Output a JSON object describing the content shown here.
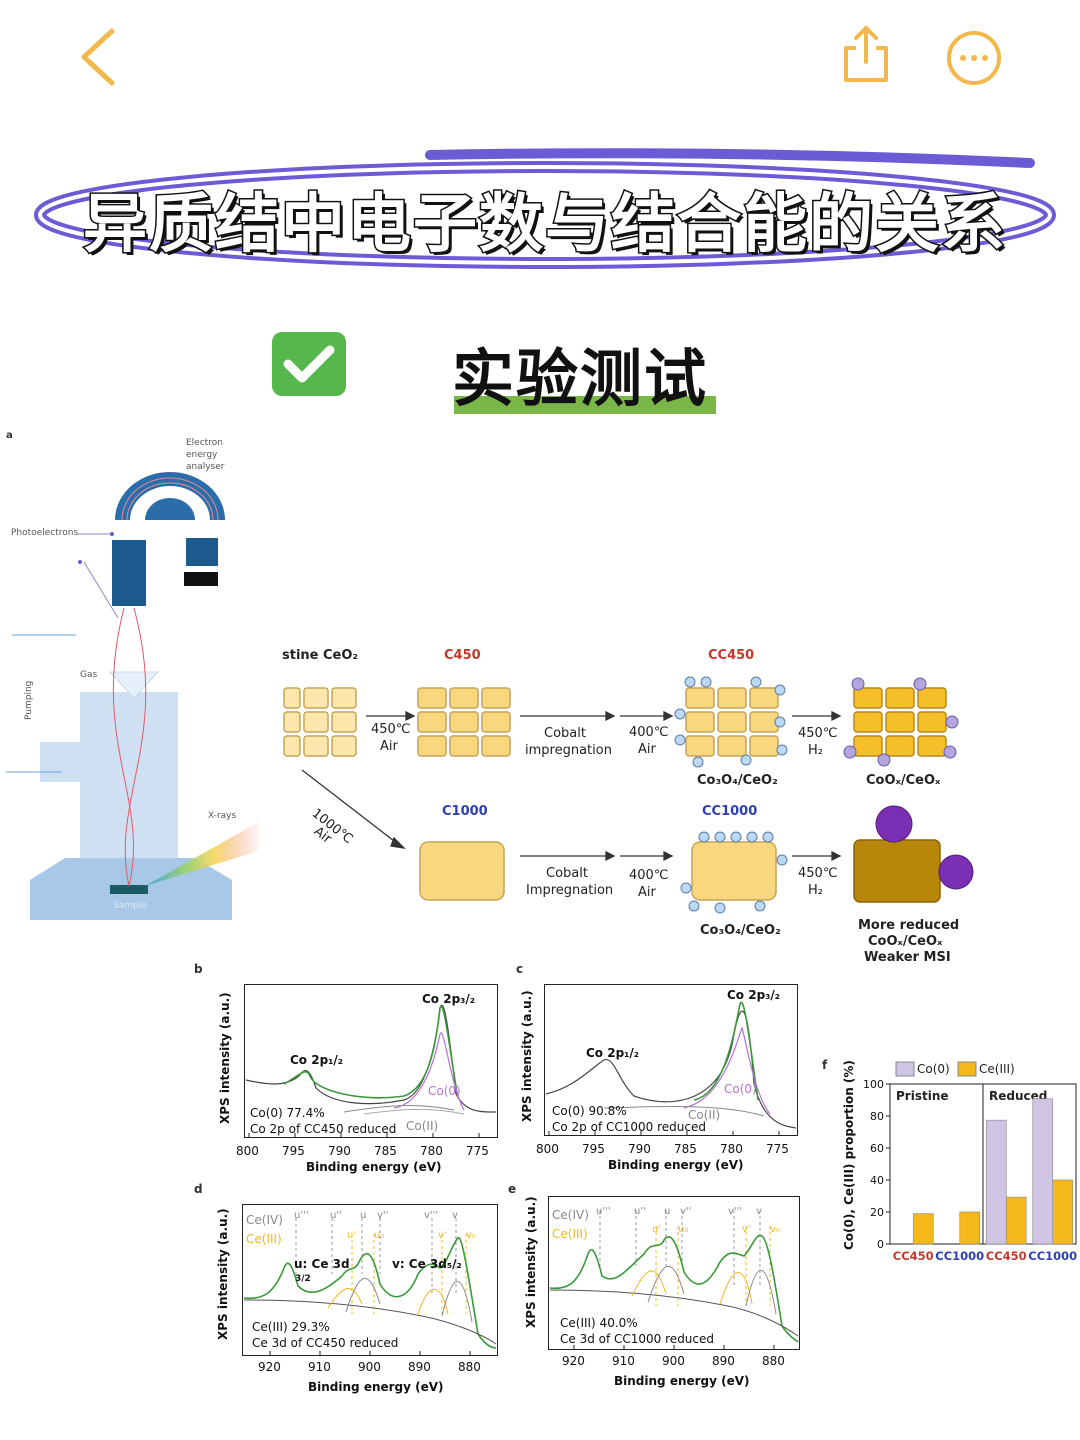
{
  "title": "异质结中电子数与结合能的关系",
  "section_heading": "实验测试",
  "colors": {
    "accent": "#f2b84b",
    "check_green": "#56b84c",
    "title_purple": "#6b5cd6",
    "underline_green": "#7ab648"
  },
  "icons": {
    "back": "chevron-left-icon",
    "share": "share-icon",
    "more": "more-icon",
    "check": "checkmark-icon"
  },
  "panel_a": {
    "letter": "a",
    "electron_analyser": [
      "Electron",
      "energy",
      "analyser"
    ],
    "photoelectrons": "Photoelectrons",
    "gas": "Gas",
    "pumping": "Pumping",
    "xrays": "X-rays",
    "sample": "Sample"
  },
  "schematic": {
    "pristine": "stine CeO₂",
    "c450": "C450",
    "cc450": "CC450",
    "c1000": "C1000",
    "cc1000": "CC1000",
    "step1_temp": "450℃",
    "step1_gas": "Air",
    "cobalt_imp_1": "Cobalt",
    "cobalt_imp_2": "impregnation",
    "cobalt_imp_2b": "Impregnation",
    "step2_temp": "400℃",
    "step2_gas": "Air",
    "step3_temp": "450℃",
    "step3_gas": "H₂",
    "diag_temp": "1000℃",
    "diag_gas": "Air",
    "co3o4_ceo2": "Co₃O₄/CeO₂",
    "coox_ceox": "CoOₓ/CeOₓ",
    "more_reduced_1": "More reduced",
    "more_reduced_2": "CoOₓ/CeOₓ",
    "more_reduced_3": "Weaker MSI"
  },
  "xps": {
    "b": {
      "letter": "b",
      "ylabel": "XPS intensity (a.u.)",
      "xlabel": "Binding energy (eV)",
      "peak_main": "Co 2p₃/₂",
      "peak_sec": "Co 2p₁/₂",
      "co0": "Co(0)",
      "co2": "Co(II)",
      "value": "Co(0) 77.4%",
      "caption": "Co 2p of CC450 reduced",
      "ticks": [
        "800",
        "795",
        "790",
        "785",
        "780",
        "775"
      ]
    },
    "c": {
      "letter": "c",
      "ylabel": "XPS intensity (a.u.)",
      "xlabel": "Binding energy (eV)",
      "peak_main": "Co 2p₃/₂",
      "peak_sec": "Co 2p₁/₂",
      "co0": "Co(0)",
      "co2": "Co(II)",
      "value": "Co(0) 90.8%",
      "caption": "Co 2p of CC1000 reduced",
      "ticks": [
        "800",
        "795",
        "790",
        "785",
        "780",
        "775"
      ]
    },
    "d": {
      "letter": "d",
      "ylabel": "XPS intensity (a.u.)",
      "xlabel": "Binding energy (eV)",
      "ce4": "Ce(IV)",
      "ce3": "Ce(III)",
      "u_label": "u: Ce 3d",
      "u_sub": "3/2",
      "v_label": "v: Ce 3d₅/₂",
      "value": "Ce(III) 29.3%",
      "caption": "Ce 3d of CC450 reduced",
      "ticks": [
        "920",
        "910",
        "900",
        "890",
        "880"
      ],
      "peaks": [
        "u'''",
        "u''",
        "u",
        "v''",
        "v'''",
        "v",
        "u'",
        "u₀",
        "v'",
        "v₀"
      ]
    },
    "e": {
      "letter": "e",
      "ylabel": "XPS intensity (a.u.)",
      "xlabel": "Binding energy (eV)",
      "ce4": "Ce(IV)",
      "ce3": "Ce(III)",
      "value": "Ce(III) 40.0%",
      "caption": "Ce 3d of CC1000 reduced",
      "ticks": [
        "920",
        "910",
        "900",
        "890",
        "880"
      ],
      "peaks": [
        "u'''",
        "u''",
        "u",
        "v''",
        "v'''",
        "v",
        "u'",
        "u₀",
        "v'",
        "v₀"
      ]
    }
  },
  "chart_data": {
    "type": "bar",
    "letter": "f",
    "categories": [
      "CC450",
      "CC1000",
      "CC450",
      "CC1000"
    ],
    "category_colors": [
      "#c0392b",
      "#2c3fb5",
      "#c0392b",
      "#2c3fb5"
    ],
    "groups": [
      "Pristine",
      "Reduced"
    ],
    "series": [
      {
        "name": "Co(0)",
        "color": "#cfc4e4",
        "values": [
          0,
          0,
          77.4,
          90.8
        ]
      },
      {
        "name": "Ce(III)",
        "color": "#f5b81a",
        "values": [
          19,
          20,
          29.3,
          40.0
        ]
      }
    ],
    "ylabel": "Co(0), Ce(III) proportion (%)",
    "ylim": [
      0,
      100
    ],
    "yticks": [
      "0",
      "20",
      "40",
      "60",
      "80",
      "100"
    ]
  }
}
